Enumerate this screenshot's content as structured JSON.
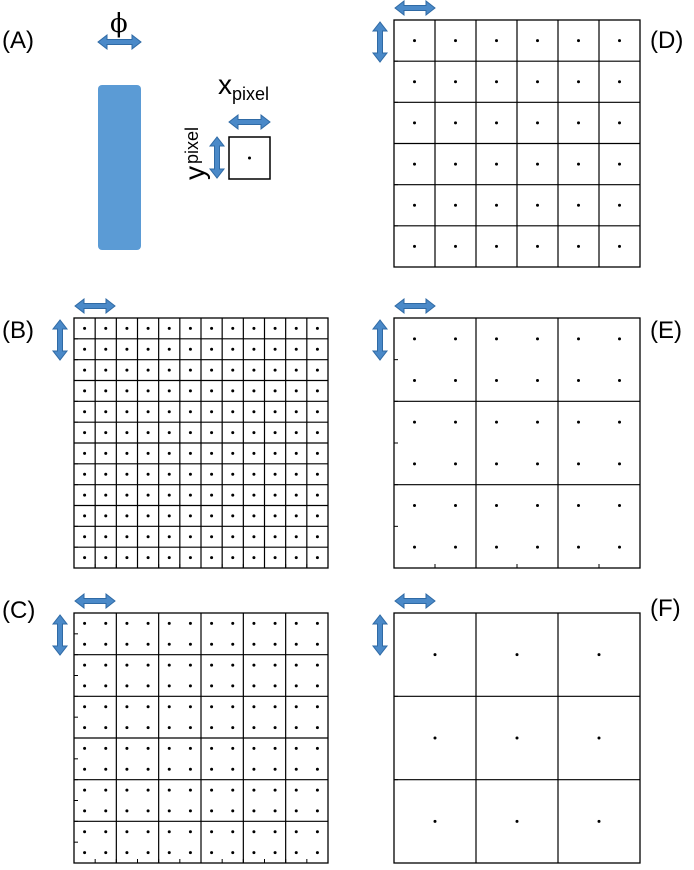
{
  "panel_a": {
    "label": "(A)",
    "phi_symbol": "ϕ",
    "x_main": "x",
    "x_sub": "pixel",
    "y_main": "y",
    "y_sub": "pixel"
  },
  "panels": [
    {
      "id": "B",
      "label": "(B)",
      "grid_cells": 12,
      "points_per_cell_side": 1
    },
    {
      "id": "C",
      "label": "(C)",
      "grid_cells": 6,
      "points_per_cell_side": 2
    },
    {
      "id": "D",
      "label": "(D)",
      "grid_cells": 6,
      "points_per_cell_side": 1
    },
    {
      "id": "E",
      "label": "(E)",
      "grid_cells": 3,
      "points_per_cell_side": 2
    },
    {
      "id": "F",
      "label": "(F)",
      "grid_cells": 3,
      "points_per_cell_side": 1
    }
  ],
  "colors": {
    "arrow": "#4a89c8",
    "cylinder": "#5b9bd5",
    "line": "#000000"
  }
}
